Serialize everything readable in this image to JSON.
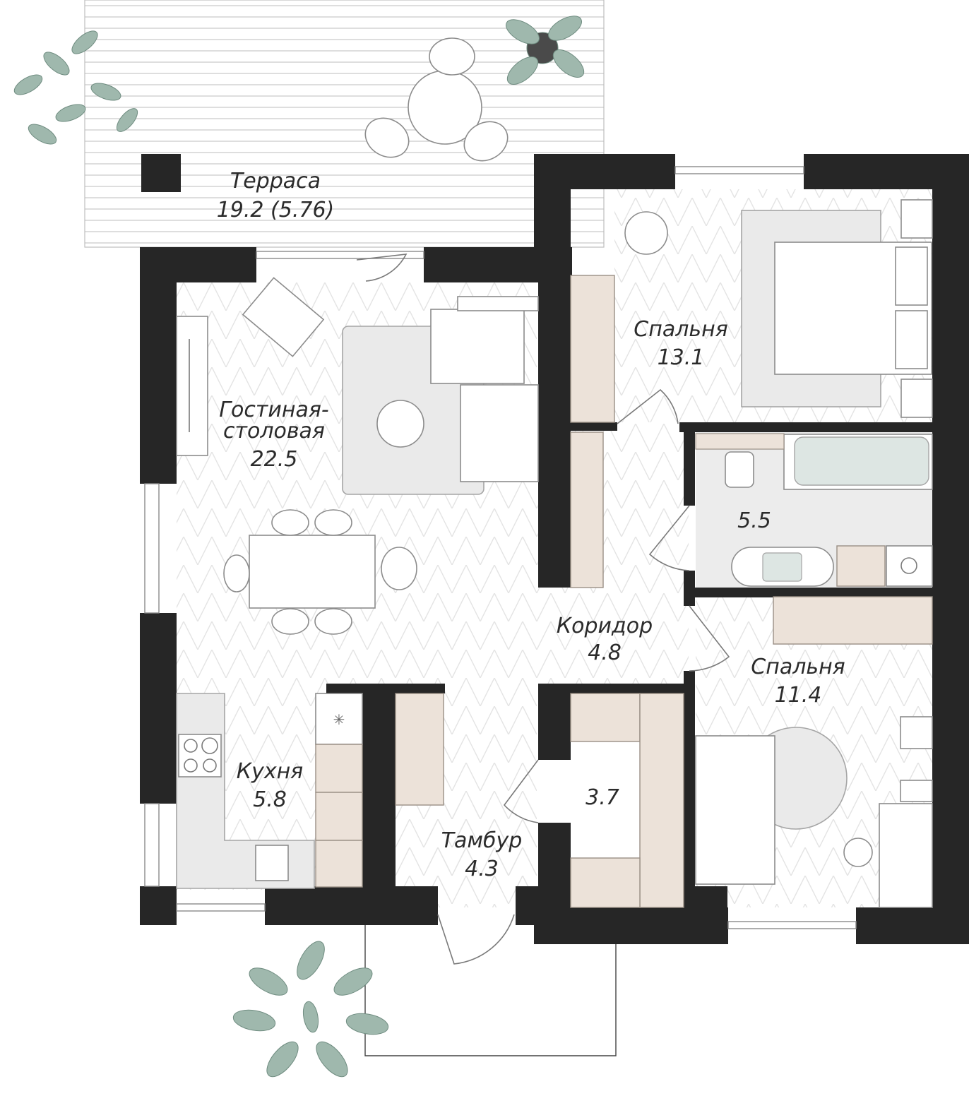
{
  "rooms": {
    "terrace": {
      "name": "Терраса",
      "area": "19.2 (5.76)"
    },
    "bedroom1": {
      "name": "Спальня",
      "area": "13.1"
    },
    "living": {
      "name_line1": "Гостиная-",
      "name_line2": "столовая",
      "area": "22.5"
    },
    "bathroom": {
      "area": "5.5"
    },
    "corridor": {
      "name": "Коридор",
      "area": "4.8"
    },
    "bedroom2": {
      "name": "Спальня",
      "area": "11.4"
    },
    "kitchen": {
      "name": "Кухня",
      "area": "5.8"
    },
    "closet": {
      "area": "3.7"
    },
    "vestibule": {
      "name": "Тамбур",
      "area": "4.3"
    }
  },
  "icons": {
    "plant": "plant-icon",
    "door_swing": "door-swing-icon"
  },
  "colors": {
    "wall": "#262626",
    "cabinet": "#ece2d9",
    "furniture_grey": "#eaeaea",
    "plant": "#8fa99c"
  }
}
